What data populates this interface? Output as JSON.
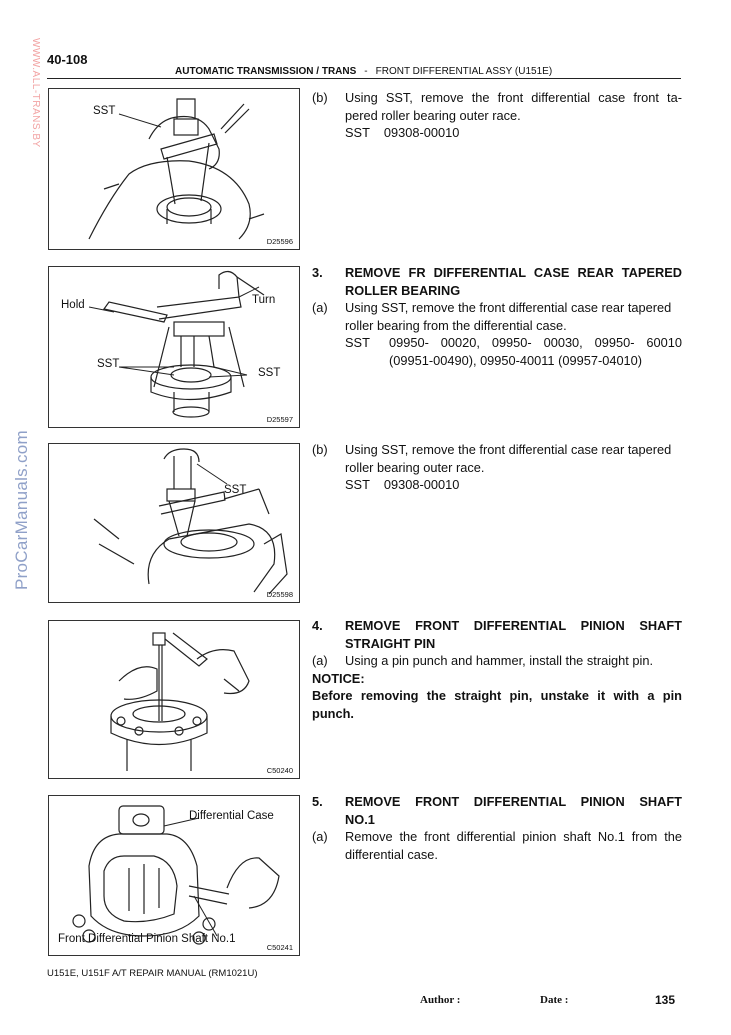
{
  "header": {
    "page_code": "40-108",
    "section": "AUTOMATIC TRANSMISSION / TRANS",
    "separator": "-",
    "subsection": "FRONT DIFFERENTIAL ASSY (U151E)"
  },
  "watermarks": {
    "top": "WWW.ALL-TRANS.BY",
    "side": "ProCarManuals.com"
  },
  "figures": [
    {
      "code": "D25596",
      "labels": [
        "SST"
      ]
    },
    {
      "code": "D25597",
      "labels": [
        "Hold",
        "Turn",
        "SST",
        "SST"
      ]
    },
    {
      "code": "D25598",
      "labels": [
        "SST"
      ]
    },
    {
      "code": "C50240",
      "labels": []
    },
    {
      "code": "C50241",
      "labels": [
        "Differential Case",
        "Front Differential Pinion Shaft No.1"
      ]
    }
  ],
  "blocks": {
    "b1": {
      "marker": "(b)",
      "line1": "Using SST, remove the front differential case front ta-",
      "line2": "pered roller bearing outer race.",
      "sst_label": "SST",
      "sst_code": "09308-00010"
    },
    "s3": {
      "number": "3.",
      "title1": "REMOVE FR DIFFERENTIAL CASE REAR TAPERED",
      "title2": "ROLLER BEARING",
      "marker": "(a)",
      "line1": "Using SST, remove the front differential case rear tapered",
      "line2": "roller bearing from the differential case.",
      "sst_label": "SST",
      "sst_line1": "09950- 00020, 09950- 00030, 09950- 60010",
      "sst_line2": "(09951-00490),   09950-40011  (09957-04010)"
    },
    "b3": {
      "marker": "(b)",
      "line1": "Using SST, remove the front differential case rear tapered",
      "line2": "roller bearing outer race.",
      "sst_label": "SST",
      "sst_code": "09308-00010"
    },
    "s4": {
      "number": "4.",
      "title1": "REMOVE FRONT DIFFERENTIAL PINION SHAFT",
      "title2": "STRAIGHT PIN",
      "marker": "(a)",
      "line1": "Using a pin punch and hammer, install the straight pin.",
      "notice_label": "NOTICE:",
      "notice1": "Before removing the straight pin, unstake it with a pin",
      "notice2": "punch."
    },
    "s5": {
      "number": "5.",
      "title1": "REMOVE FRONT DIFFERENTIAL PINION SHAFT",
      "title2": "NO.1",
      "marker": "(a)",
      "line1": "Remove the front differential pinion shaft No.1 from the",
      "line2": "differential case."
    }
  },
  "footer": {
    "manual": "U151E, U151F A/T REPAIR MANUAL   (RM1021U)",
    "author_label": "Author :",
    "date_label": "Date :",
    "page_number": "135"
  }
}
